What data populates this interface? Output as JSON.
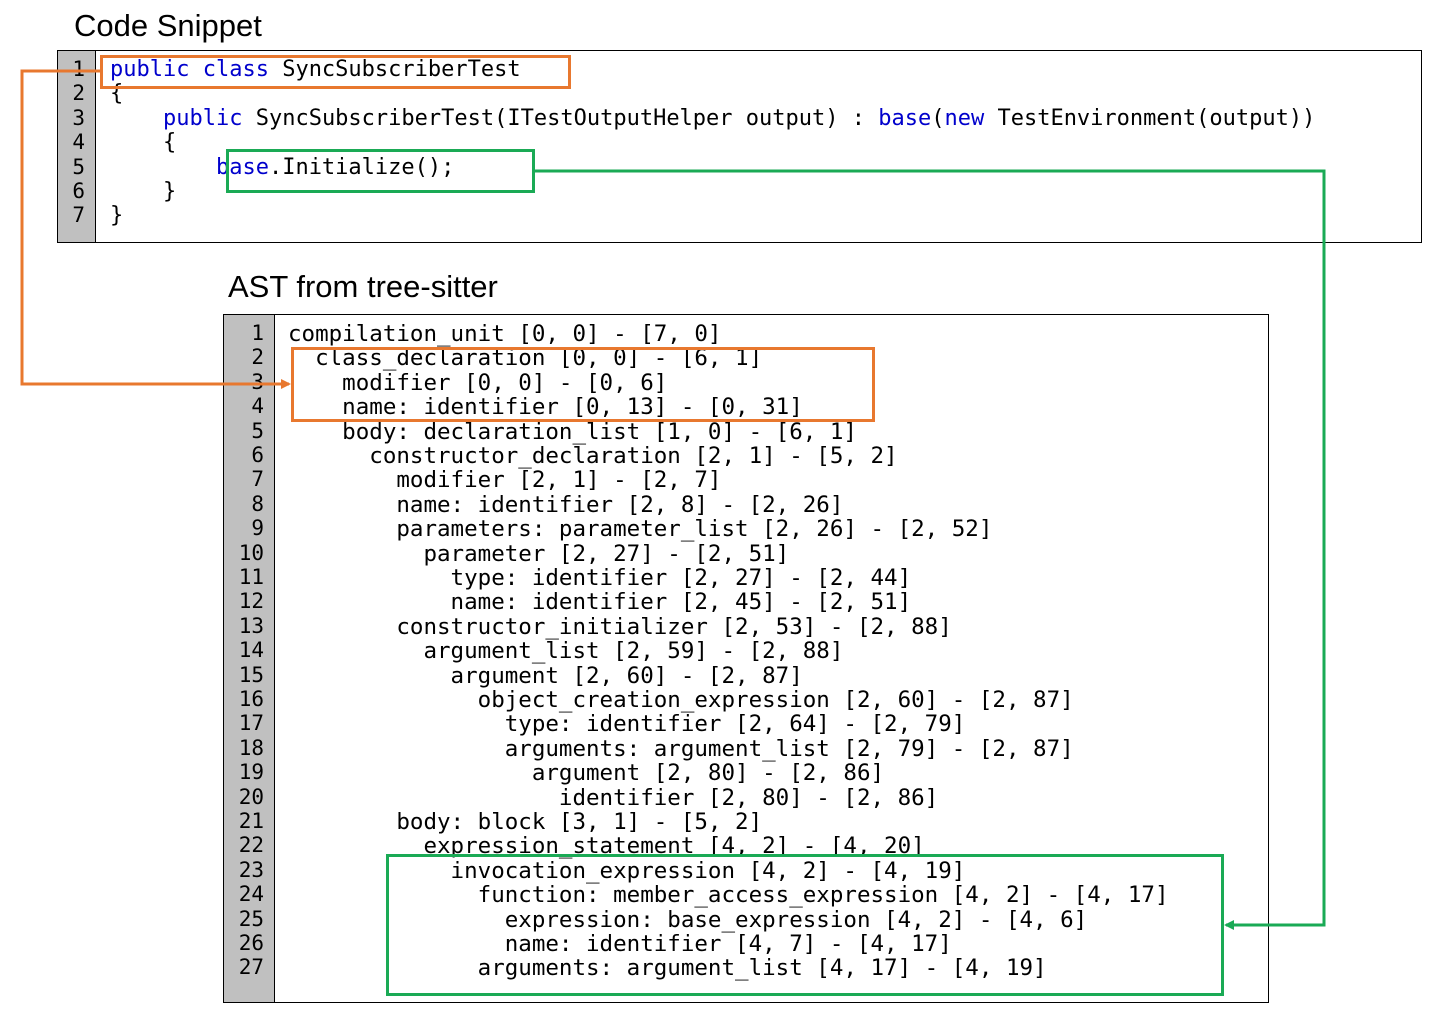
{
  "titles": {
    "code": "Code Snippet",
    "ast": "AST from tree-sitter"
  },
  "colors": {
    "keyword": "#0000cc",
    "orange": "#e8782f",
    "green": "#1aaa55",
    "gutter": "#c0c0c0"
  },
  "code": {
    "line_numbers": [
      "1",
      "2",
      "3",
      "4",
      "5",
      "6",
      "7"
    ],
    "lines": [
      [
        {
          "t": "public class",
          "k": true
        },
        {
          "t": " SyncSubscriberTest",
          "k": false
        }
      ],
      [
        {
          "t": "{",
          "k": false
        }
      ],
      [
        {
          "t": "    ",
          "k": false
        },
        {
          "t": "public",
          "k": true
        },
        {
          "t": " SyncSubscriberTest(ITestOutputHelper output) : ",
          "k": false
        },
        {
          "t": "base",
          "k": true
        },
        {
          "t": "(",
          "k": false
        },
        {
          "t": "new",
          "k": true
        },
        {
          "t": " TestEnvironment(output))",
          "k": false
        }
      ],
      [
        {
          "t": "    {",
          "k": false
        }
      ],
      [
        {
          "t": "        ",
          "k": false
        },
        {
          "t": "base",
          "k": true
        },
        {
          "t": ".Initialize();",
          "k": false
        }
      ],
      [
        {
          "t": "    }",
          "k": false
        }
      ],
      [
        {
          "t": "}",
          "k": false
        }
      ]
    ]
  },
  "ast": {
    "line_numbers": [
      "1",
      "2",
      "3",
      "4",
      "5",
      "6",
      "7",
      "8",
      "9",
      "10",
      "11",
      "12",
      "13",
      "14",
      "15",
      "16",
      "17",
      "18",
      "19",
      "20",
      "21",
      "22",
      "23",
      "24",
      "25",
      "26",
      "27"
    ],
    "lines": [
      "compilation_unit [0, 0] - [7, 0]",
      "  class_declaration [0, 0] - [6, 1]",
      "    modifier [0, 0] - [0, 6]",
      "    name: identifier [0, 13] - [0, 31]",
      "    body: declaration_list [1, 0] - [6, 1]",
      "      constructor_declaration [2, 1] - [5, 2]",
      "        modifier [2, 1] - [2, 7]",
      "        name: identifier [2, 8] - [2, 26]",
      "        parameters: parameter_list [2, 26] - [2, 52]",
      "          parameter [2, 27] - [2, 51]",
      "            type: identifier [2, 27] - [2, 44]",
      "            name: identifier [2, 45] - [2, 51]",
      "        constructor_initializer [2, 53] - [2, 88]",
      "          argument_list [2, 59] - [2, 88]",
      "            argument [2, 60] - [2, 87]",
      "              object_creation_expression [2, 60] - [2, 87]",
      "                type: identifier [2, 64] - [2, 79]",
      "                arguments: argument_list [2, 79] - [2, 87]",
      "                  argument [2, 80] - [2, 86]",
      "                    identifier [2, 80] - [2, 86]",
      "        body: block [3, 1] - [5, 2]",
      "          expression_statement [4, 2] - [4, 20]",
      "            invocation_expression [4, 2] - [4, 19]",
      "              function: member_access_expression [4, 2] - [4, 17]",
      "                expression: base_expression [4, 2] - [4, 6]",
      "                name: identifier [4, 7] - [4, 17]",
      "              arguments: argument_list [4, 17] - [4, 19]"
    ]
  }
}
